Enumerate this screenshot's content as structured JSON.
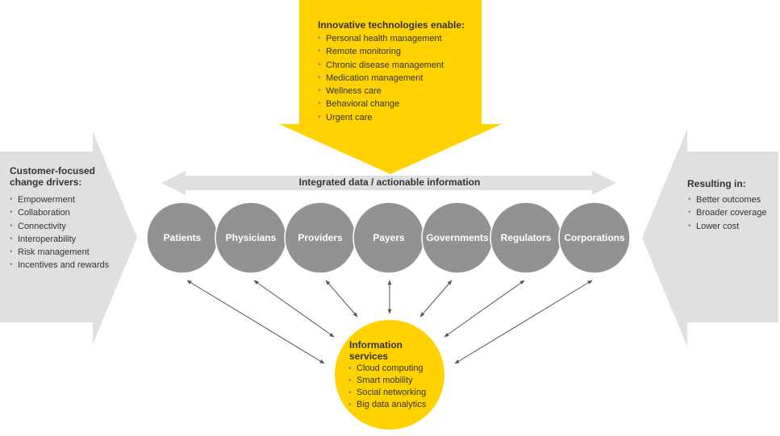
{
  "top_box": {
    "heading": "Innovative technologies enable:",
    "items": [
      "Personal health management",
      "Remote monitoring",
      "Chronic disease management",
      "Medication management",
      "Wellness care",
      "Behavioral change",
      "Urgent care"
    ]
  },
  "left_box": {
    "heading": "Customer-focused change drivers:",
    "items": [
      "Empowerment",
      "Collaboration",
      "Connectivity",
      "Interoperability",
      "Risk management",
      "Incentives and rewards"
    ]
  },
  "right_box": {
    "heading": "Resulting in:",
    "items": [
      "Better outcomes",
      "Broader coverage",
      "Lower cost"
    ]
  },
  "banner": {
    "label": "Integrated data / actionable information"
  },
  "stakeholders": [
    "Patients",
    "Physicians",
    "Providers",
    "Payers",
    "Governments",
    "Regulators",
    "Corporations"
  ],
  "center": {
    "heading": "Information services",
    "items": [
      "Cloud computing",
      "Smart mobility",
      "Social networking",
      "Big data analytics"
    ]
  },
  "colors": {
    "yellow": "#ffd200",
    "circle_gray": "#929292",
    "panel_gray": "#e0e0e0",
    "arrow_gray": "#555555"
  }
}
